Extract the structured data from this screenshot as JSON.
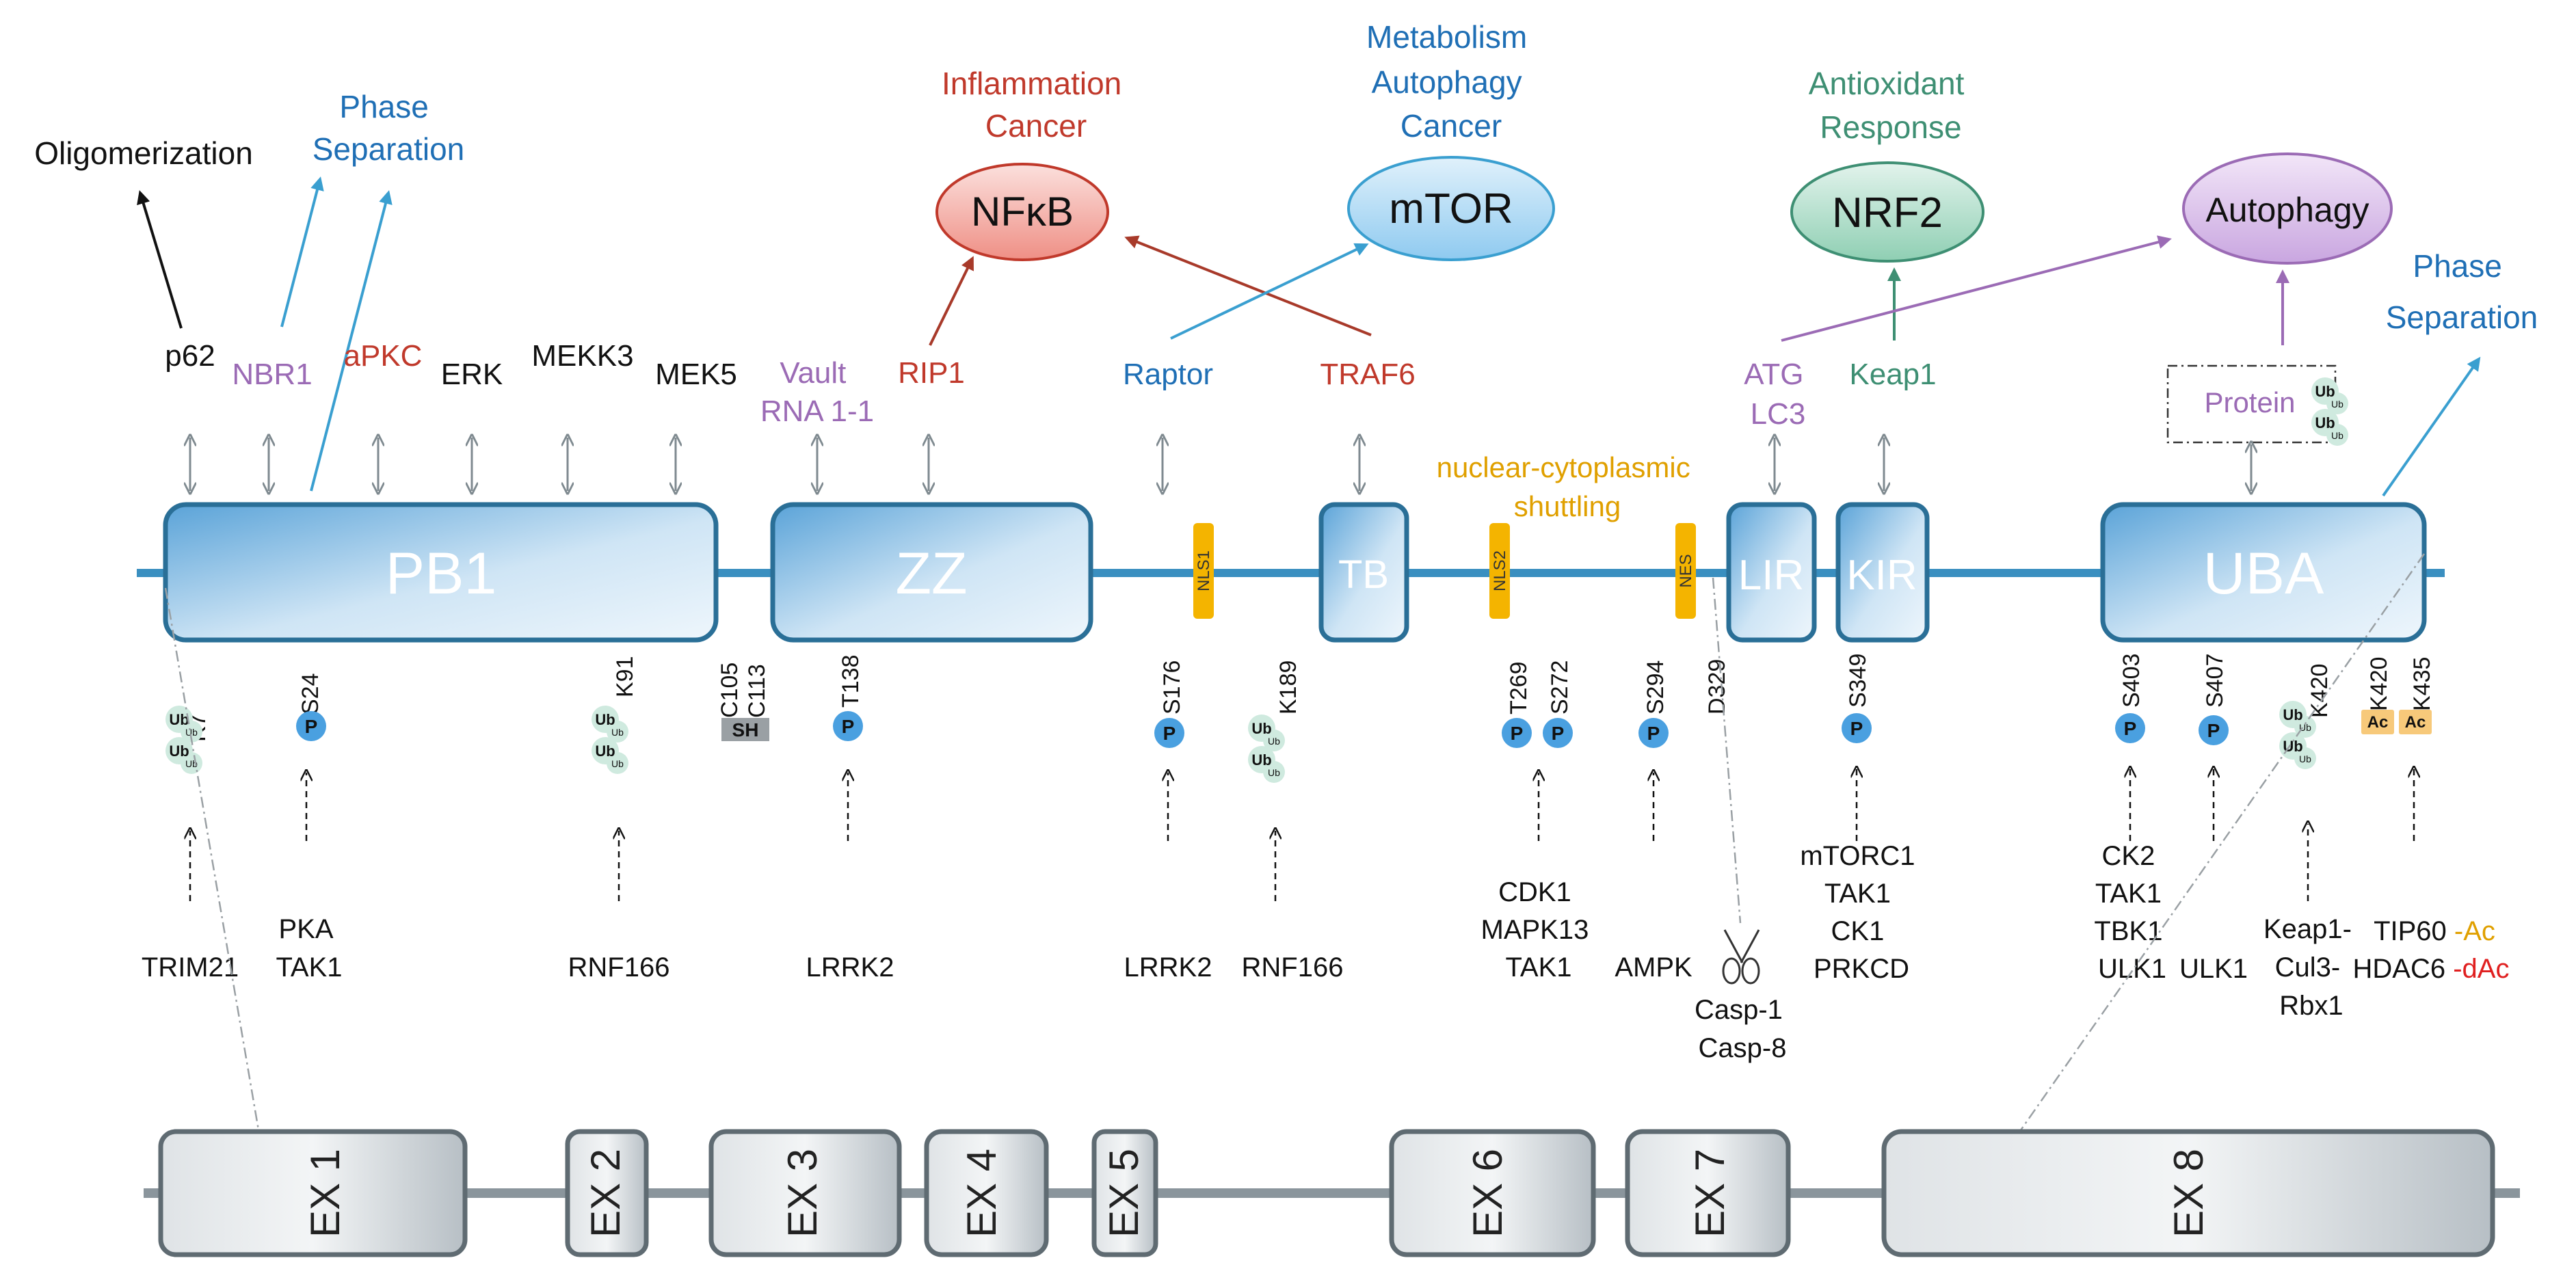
{
  "colors": {
    "black": "#111111",
    "blue": "#1f6fb5",
    "purple": "#9b6bb5",
    "red": "#c0392b",
    "green": "#3e8f73",
    "orange": "#e0a000",
    "gray": "#7f8a90",
    "domain_blue": "#2a6f97",
    "axis_blue": "#3a8fc0"
  },
  "top_labels": {
    "oligomerization": "Oligomerization",
    "phase_separation_left": [
      "Phase",
      "Separation"
    ],
    "inflammation": [
      "Inflammation",
      "Cancer"
    ],
    "metabolism": [
      "Metabolism",
      "Autophagy",
      "Cancer"
    ],
    "antioxidant": [
      "Antioxidant",
      "Response"
    ],
    "phase_separation_right": [
      "Phase",
      "Separation"
    ]
  },
  "ovals": {
    "nfkb": "NFκB",
    "mtor": "mTOR",
    "nrf2": "NRF2",
    "autophagy": "Autophagy"
  },
  "partners": {
    "p62": "p62",
    "nbr1": "NBR1",
    "apkc": "aPKC",
    "erk": "ERK",
    "mekk3": "MEKK3",
    "mek5": "MEK5",
    "vault": [
      "Vault",
      "RNA 1-1"
    ],
    "rip1": "RIP1",
    "raptor": "Raptor",
    "traf6": "TRAF6",
    "nuclear": [
      "nuclear-cytoplasmic",
      "shuttling"
    ],
    "atg": [
      "ATG",
      "LC3"
    ],
    "keap1": "Keap1",
    "protein": "Protein"
  },
  "domains": {
    "pb1": "PB1",
    "zz": "ZZ",
    "nls1": "NLS1",
    "tb": "TB",
    "nls2": "NLS2",
    "nes": "NES",
    "lir": "LIR",
    "kir": "KIR",
    "uba": "UBA"
  },
  "sites": {
    "k7": "K7",
    "s24": "S24",
    "k91": "K91",
    "c105": "C105",
    "c113": "C113",
    "t138": "T138",
    "s176": "S176",
    "k189": "K189",
    "t269": "T269",
    "s272": "S272",
    "s294": "S294",
    "d329": "D329",
    "s349": "S349",
    "s403": "S403",
    "s407": "S407",
    "k420a": "K420",
    "k420b": "K420",
    "k435": "K435"
  },
  "modification_badges": {
    "ub": "Ub",
    "ub_small": "Ub",
    "p": "P",
    "sh": "SH",
    "ac": "Ac"
  },
  "enzymes": {
    "trim21": "TRIM21",
    "pka_tak1": [
      "PKA",
      "TAK1"
    ],
    "rnf166_a": "RNF166",
    "lrrk2_a": "LRRK2",
    "lrrk2_b": "LRRK2",
    "rnf166_b": "RNF166",
    "cdk1_group": [
      "CDK1",
      "MAPK13",
      "TAK1"
    ],
    "ampk": "AMPK",
    "casp": [
      "Casp-1",
      "Casp-8"
    ],
    "mtorc1_group": [
      "mTORC1",
      "TAK1",
      "CK1",
      "PRKCD"
    ],
    "ck2_group": [
      "CK2",
      "TAK1",
      "TBK1",
      "ULK1"
    ],
    "ulk1": "ULK1",
    "keap1_cul3": [
      "Keap1-",
      "Cul3-",
      "Rbx1"
    ],
    "tip60": "TIP60",
    "tip60_suffix": " -Ac",
    "hdac6": "HDAC6",
    "hdac6_suffix": " -dAc"
  },
  "exons": [
    "EX 1",
    "EX 2",
    "EX 3",
    "EX 4",
    "EX 5",
    "EX 6",
    "EX 7",
    "EX 8"
  ]
}
